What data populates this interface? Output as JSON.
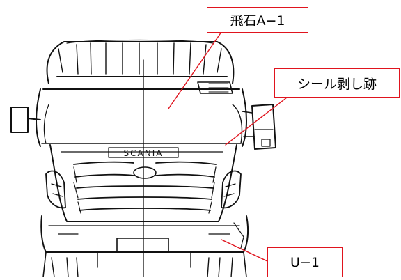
{
  "callouts": [
    {
      "label": "飛石A−1"
    },
    {
      "label": "シール剥し跡"
    },
    {
      "label": "U−1"
    }
  ],
  "truck_badge": "SCANIA",
  "colors": {
    "callout_border": "#e0141e",
    "leader_line": "#e0141e",
    "sketch": "#111111"
  }
}
